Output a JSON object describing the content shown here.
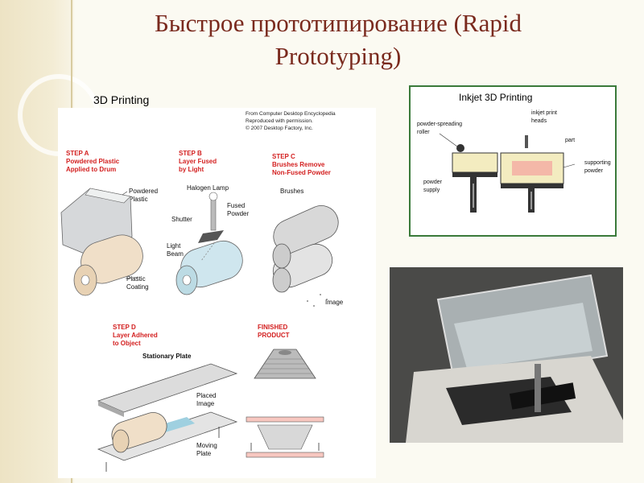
{
  "slide": {
    "title_line1": "Быстрое прототипирование (Rapid",
    "title_line2": "Prototyping)"
  },
  "left_diagram": {
    "heading": "3D Printing",
    "credit": "From Computer Desktop Encyclopedia\nReproduced with permission.\n© 2007 Desktop Factory, Inc.",
    "step_a": "STEP A\nPowdered Plastic\nApplied to Drum",
    "step_b": "STEP B\nLayer Fused\nby Light",
    "step_c": "STEP C\nBrushes Remove\nNon-Fused Powder",
    "step_d": "STEP D\nLayer Adhered\nto Object",
    "finished": "FINISHED\nPRODUCT",
    "labels": {
      "powdered_plastic": "Powdered\nPlastic",
      "plastic_coating": "Plastic\nCoating",
      "halogen_lamp": "Halogen Lamp",
      "shutter": "Shutter",
      "fused_powder": "Fused\nPowder",
      "light_beam": "Light\nBeam",
      "brushes": "Brushes",
      "image": "Image",
      "stationary_plate": "Stationary Plate",
      "placed_image": "Placed\nImage",
      "moving_plate": "Moving\nPlate"
    }
  },
  "inkjet_diagram": {
    "heading": "Inkjet 3D Printing",
    "labels": {
      "roller": "powder-spreading\nroller",
      "heads": "inkjet print\nheads",
      "part": "part",
      "supporting": "supporting\npowder",
      "supply": "powder\nsupply"
    }
  },
  "colors": {
    "title": "#7a2a1e",
    "step_red": "#d31f1f",
    "inkjet_border": "#3a7a3a"
  }
}
